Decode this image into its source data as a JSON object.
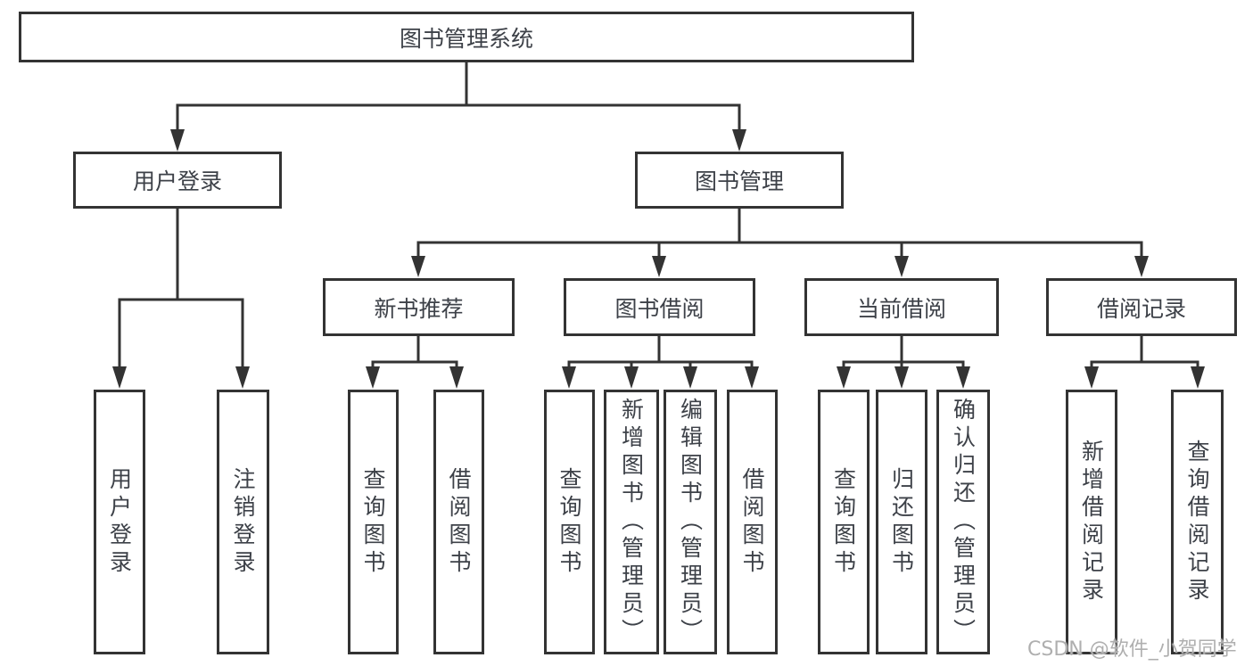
{
  "tree": {
    "root": {
      "label": "图书管理系统",
      "children": [
        {
          "label": "用户登录",
          "children": [
            {
              "label": "用户登录"
            },
            {
              "label": "注销登录"
            }
          ]
        },
        {
          "label": "图书管理",
          "children": [
            {
              "label": "新书推荐",
              "children": [
                {
                  "label": "查询图书"
                },
                {
                  "label": "借阅图书"
                }
              ]
            },
            {
              "label": "图书借阅",
              "children": [
                {
                  "label": "查询图书"
                },
                {
                  "label": "新增图书（管理员）"
                },
                {
                  "label": "编辑图书（管理员）"
                },
                {
                  "label": "借阅图书"
                }
              ]
            },
            {
              "label": "当前借阅",
              "children": [
                {
                  "label": "查询图书"
                },
                {
                  "label": "归还图书"
                },
                {
                  "label": "确认归还（管理员）"
                }
              ]
            },
            {
              "label": "借阅记录",
              "children": [
                {
                  "label": "新增借阅记录"
                },
                {
                  "label": "查询借阅记录"
                }
              ]
            }
          ]
        }
      ]
    }
  },
  "watermark": "CSDN @软件_小贺同学",
  "colors": {
    "line": "#333333",
    "text": "#3d4148",
    "box_background": "#ffffff",
    "watermark": "#afafaf"
  }
}
